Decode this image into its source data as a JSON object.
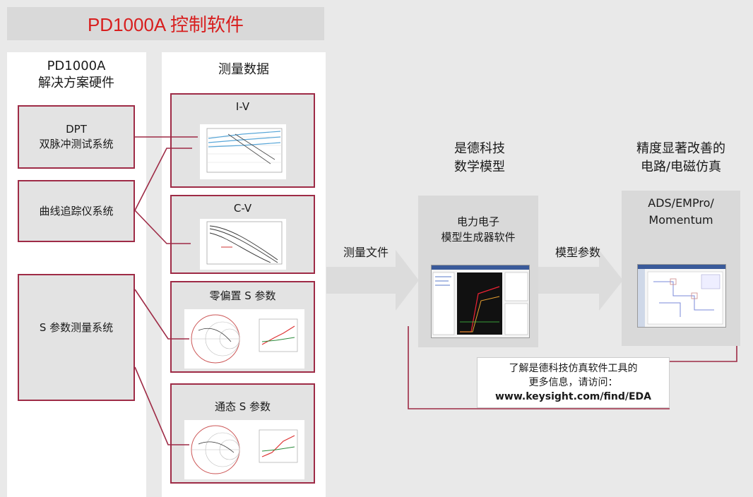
{
  "title": "PD1000A 控制软件",
  "hardware": {
    "heading_line1": "PD1000A",
    "heading_line2": "解决方案硬件",
    "boxes": [
      {
        "line1": "DPT",
        "line2": "双脉冲测试系统"
      },
      {
        "line1": "曲线追踪仪系统",
        "line2": ""
      },
      {
        "line1": "S 参数测量系统",
        "line2": ""
      }
    ]
  },
  "measurement": {
    "heading": "测量数据",
    "items": [
      "I-V",
      "C-V",
      "零偏置 S 参数",
      "通态 S 参数"
    ]
  },
  "flow": {
    "arrow1_label": "测量文件",
    "model_heading_line1": "是德科技",
    "model_heading_line2": "数学模型",
    "model_box_line1": "电力电子",
    "model_box_line2": "模型生成器软件",
    "arrow2_label": "模型参数",
    "sim_heading_line1": "精度显著改善的",
    "sim_heading_line2": "电路/电磁仿真",
    "sim_box_line1": "ADS/EMPro/",
    "sim_box_line2": "Momentum"
  },
  "note": {
    "line1": "了解是德科技仿真软件工具的",
    "line2": "更多信息，请访问：",
    "url": "www.keysight.com/find/EDA"
  },
  "colors": {
    "title_red": "#d81e1e",
    "connector": "#9e2b46",
    "panel_gray": "#d9d9d9"
  }
}
